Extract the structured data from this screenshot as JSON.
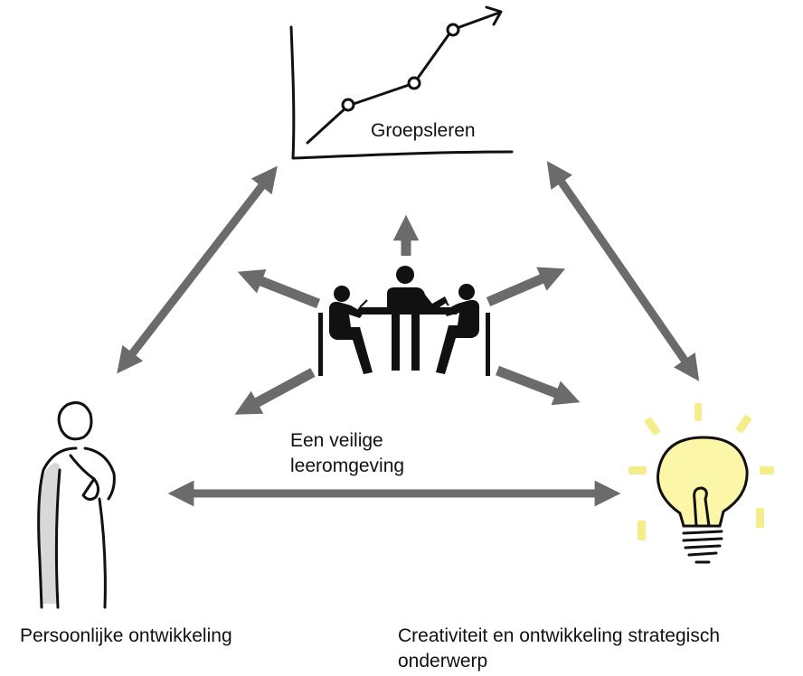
{
  "diagram": {
    "top_label": "Groepsleren",
    "center_label_line1": "Een veilige",
    "center_label_line2": "leeromgeving",
    "left_label": "Persoonlijke ontwikkeling",
    "right_label_line1": "Creativiteit en ontwikkeling strategisch",
    "right_label_line2": "onderwerp"
  },
  "colors": {
    "arrow": "#6b6b6b",
    "ink": "#111111",
    "bulb_glow": "#f4ee8a",
    "figure_shade": "#d8d8d8"
  },
  "icons": {
    "top": "growth-chart-icon",
    "center": "meeting-table-icon",
    "left": "person-icon",
    "right": "lightbulb-icon"
  }
}
